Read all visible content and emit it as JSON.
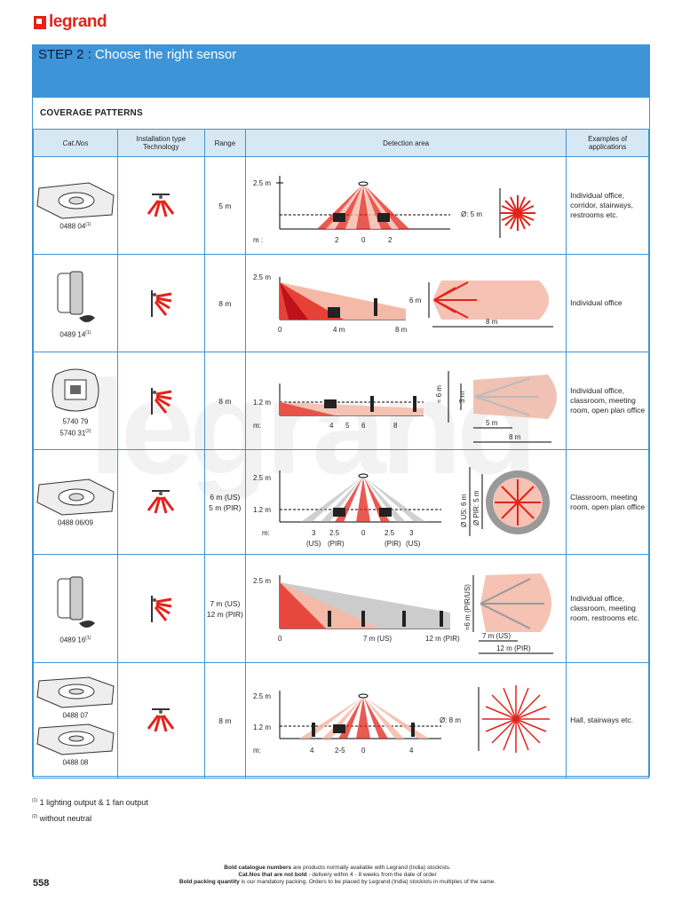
{
  "brand": {
    "logo_text": "legrand",
    "color": "#e2231a"
  },
  "accent": "#3e94d6",
  "step": {
    "prefix": "STEP 2 :",
    "title": " Choose the right sensor"
  },
  "section_title": "COVERAGE PATTERNS",
  "watermark": "legrand",
  "columns": {
    "cat": "Cat.Nos",
    "install": "Installation type Technology",
    "range": "Range",
    "detection": "Detection area",
    "examples": "Examples of applications"
  },
  "rows": [
    {
      "cats": [
        {
          "no": "0488 04",
          "sup": "(1)"
        }
      ],
      "range": [
        "5 m"
      ],
      "examples": "Individual office, corridor, stairways, restrooms etc.",
      "det": {
        "h1": "2.5 m",
        "m": "m :",
        "t1": "2",
        "t2": "0",
        "t3": "2",
        "dia": "Ø: 5 m"
      }
    },
    {
      "cats": [
        {
          "no": "0489 14",
          "sup": "(1)"
        }
      ],
      "range": [
        "8 m"
      ],
      "examples": "Individual office",
      "det": {
        "h1": "2.5 m",
        "t1": "0",
        "t2": "4 m",
        "t3": "8 m",
        "side": "6 m",
        "len": "8 m"
      }
    },
    {
      "cats": [
        {
          "no": "5740 79",
          "sup": ""
        },
        {
          "no": "5740 31",
          "sup": "(2)"
        }
      ],
      "range": [
        "8 m"
      ],
      "examples": "Individual office, classroom, meeting room, open plan office",
      "det": {
        "h1": "1.2 m",
        "m": "m:",
        "t1": "4",
        "t2": "5",
        "t3": "6",
        "t4": "8",
        "w1": "≈ 6 m",
        "w2": "3 m",
        "l1": "5 m",
        "l2": "8 m"
      }
    },
    {
      "cats": [
        {
          "no": "0488 06/09",
          "sup": ""
        }
      ],
      "range": [
        "6 m (US)",
        "5 m (PIR)"
      ],
      "examples": "Classroom, meeting room, open plan office",
      "det": {
        "h1": "2.5 m",
        "h2": "1.2 m",
        "m": "m:",
        "t1": "3",
        "t2": "2.5",
        "t3": "0",
        "t4": "2.5",
        "t5": "3",
        "u1": "(US)",
        "u2": "(PIR)",
        "u3": "(PIR)",
        "u4": "(US)",
        "d1": "Ø US: 6 m",
        "d2": "Ø PIR: 5 m"
      }
    },
    {
      "cats": [
        {
          "no": "0489 16",
          "sup": "(1)"
        }
      ],
      "range": [
        "7 m (US)",
        "12 m (PIR)"
      ],
      "examples": "Individual office, classroom, meeting room, restrooms etc.",
      "det": {
        "h1": "2.5 m",
        "t1": "0",
        "t2": "7 m (US)",
        "t3": "12 m (PIR)",
        "side": "≈6 m (PIR/US)",
        "l1": "7 m (US)",
        "l2": "12 m (PIR)"
      }
    },
    {
      "cats": [
        {
          "no": "0488 07",
          "sup": ""
        },
        {
          "no": "0488 08",
          "sup": ""
        }
      ],
      "range": [
        "8 m"
      ],
      "examples": "Hall, stairways etc.",
      "det": {
        "h1": "2.5 m",
        "h2": "1.2 m",
        "m": "m:",
        "t1": "4",
        "t2": "2-5",
        "t3": "0",
        "t4": "4",
        "dia": "Ø: 8 m"
      }
    }
  ],
  "footnotes": [
    {
      "sup": "(1)",
      "text": "1 lighting output & 1 fan output"
    },
    {
      "sup": "(2)",
      "text": "without neutral"
    }
  ],
  "page_number": "558",
  "bottom_note": {
    "l1b": "Bold catalogue numbers",
    "l1": " are products normally available with Legrand (India) stockists.",
    "l2b": "Cat.Nos that are not bold",
    "l2": " - delivery within 4 - 8 weeks from the date of order",
    "l3b": "Bold packing quantity",
    "l3": " is our mandatory packing. Orders to be placed by Legrand (India) stockists in multiples of the same."
  }
}
